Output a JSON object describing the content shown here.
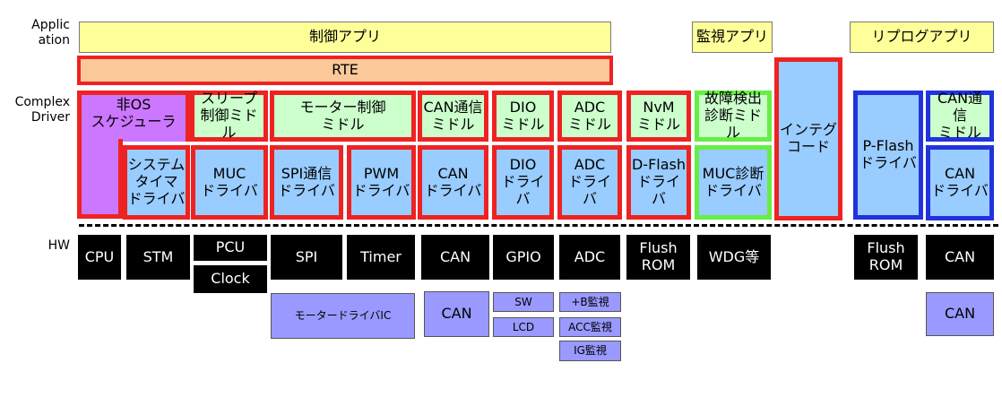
{
  "labels": {
    "application": "Applic\nation",
    "complex_driver": "Complex\nDriver",
    "hw": "HW"
  },
  "applications": {
    "control": "制御アプリ",
    "monitor": "監視アプリ",
    "reprog": "リプログアプリ"
  },
  "rte": "RTE",
  "middleware": {
    "sleep": "スリープ\n制御ミドル",
    "motor": "モーター制御\nミドル",
    "can": "CAN通信\nミドル",
    "dio": "DIO\nミドル",
    "adc": "ADC\nミドル",
    "nvm": "NvM\nミドル",
    "fault": "故障検出\n診断ミドル",
    "can_reprog": "CAN通信\nミドル"
  },
  "complex": {
    "non_os": "非OS\nスケジューラ",
    "system_timer": "システム\nタイマ\nドライバ",
    "integ": "インテグ\nコード"
  },
  "drivers": {
    "muc": "MUC\nドライバ",
    "spi": "SPI通信\nドライバ",
    "pwm": "PWM\nドライバ",
    "can": "CAN\nドライバ",
    "dio": "DIO\nドライバ",
    "adc": "ADC\nドライバ",
    "dflash": "D-Flash\nドライバ",
    "muc_diag": "MUC診断\nドライバ",
    "pflash": "P-Flash\nドライバ",
    "can_reprog": "CAN\nドライバ"
  },
  "hardware": {
    "cpu": "CPU",
    "stm": "STM",
    "pcu": "PCU",
    "clock": "Clock",
    "spi": "SPI",
    "timer": "Timer",
    "can": "CAN",
    "gpio": "GPIO",
    "adc": "ADC",
    "flush_rom": "Flush\nROM",
    "wdg": "WDG等",
    "flush_rom2": "Flush\nROM",
    "can2": "CAN"
  },
  "peripherals": {
    "motor_driver_ic": "モータードライバIC",
    "can": "CAN",
    "sw": "SW",
    "lcd": "LCD",
    "b_monitor": "+B監視",
    "acc_monitor": "ACC監視",
    "ig_monitor": "IG監視",
    "can2": "CAN"
  }
}
